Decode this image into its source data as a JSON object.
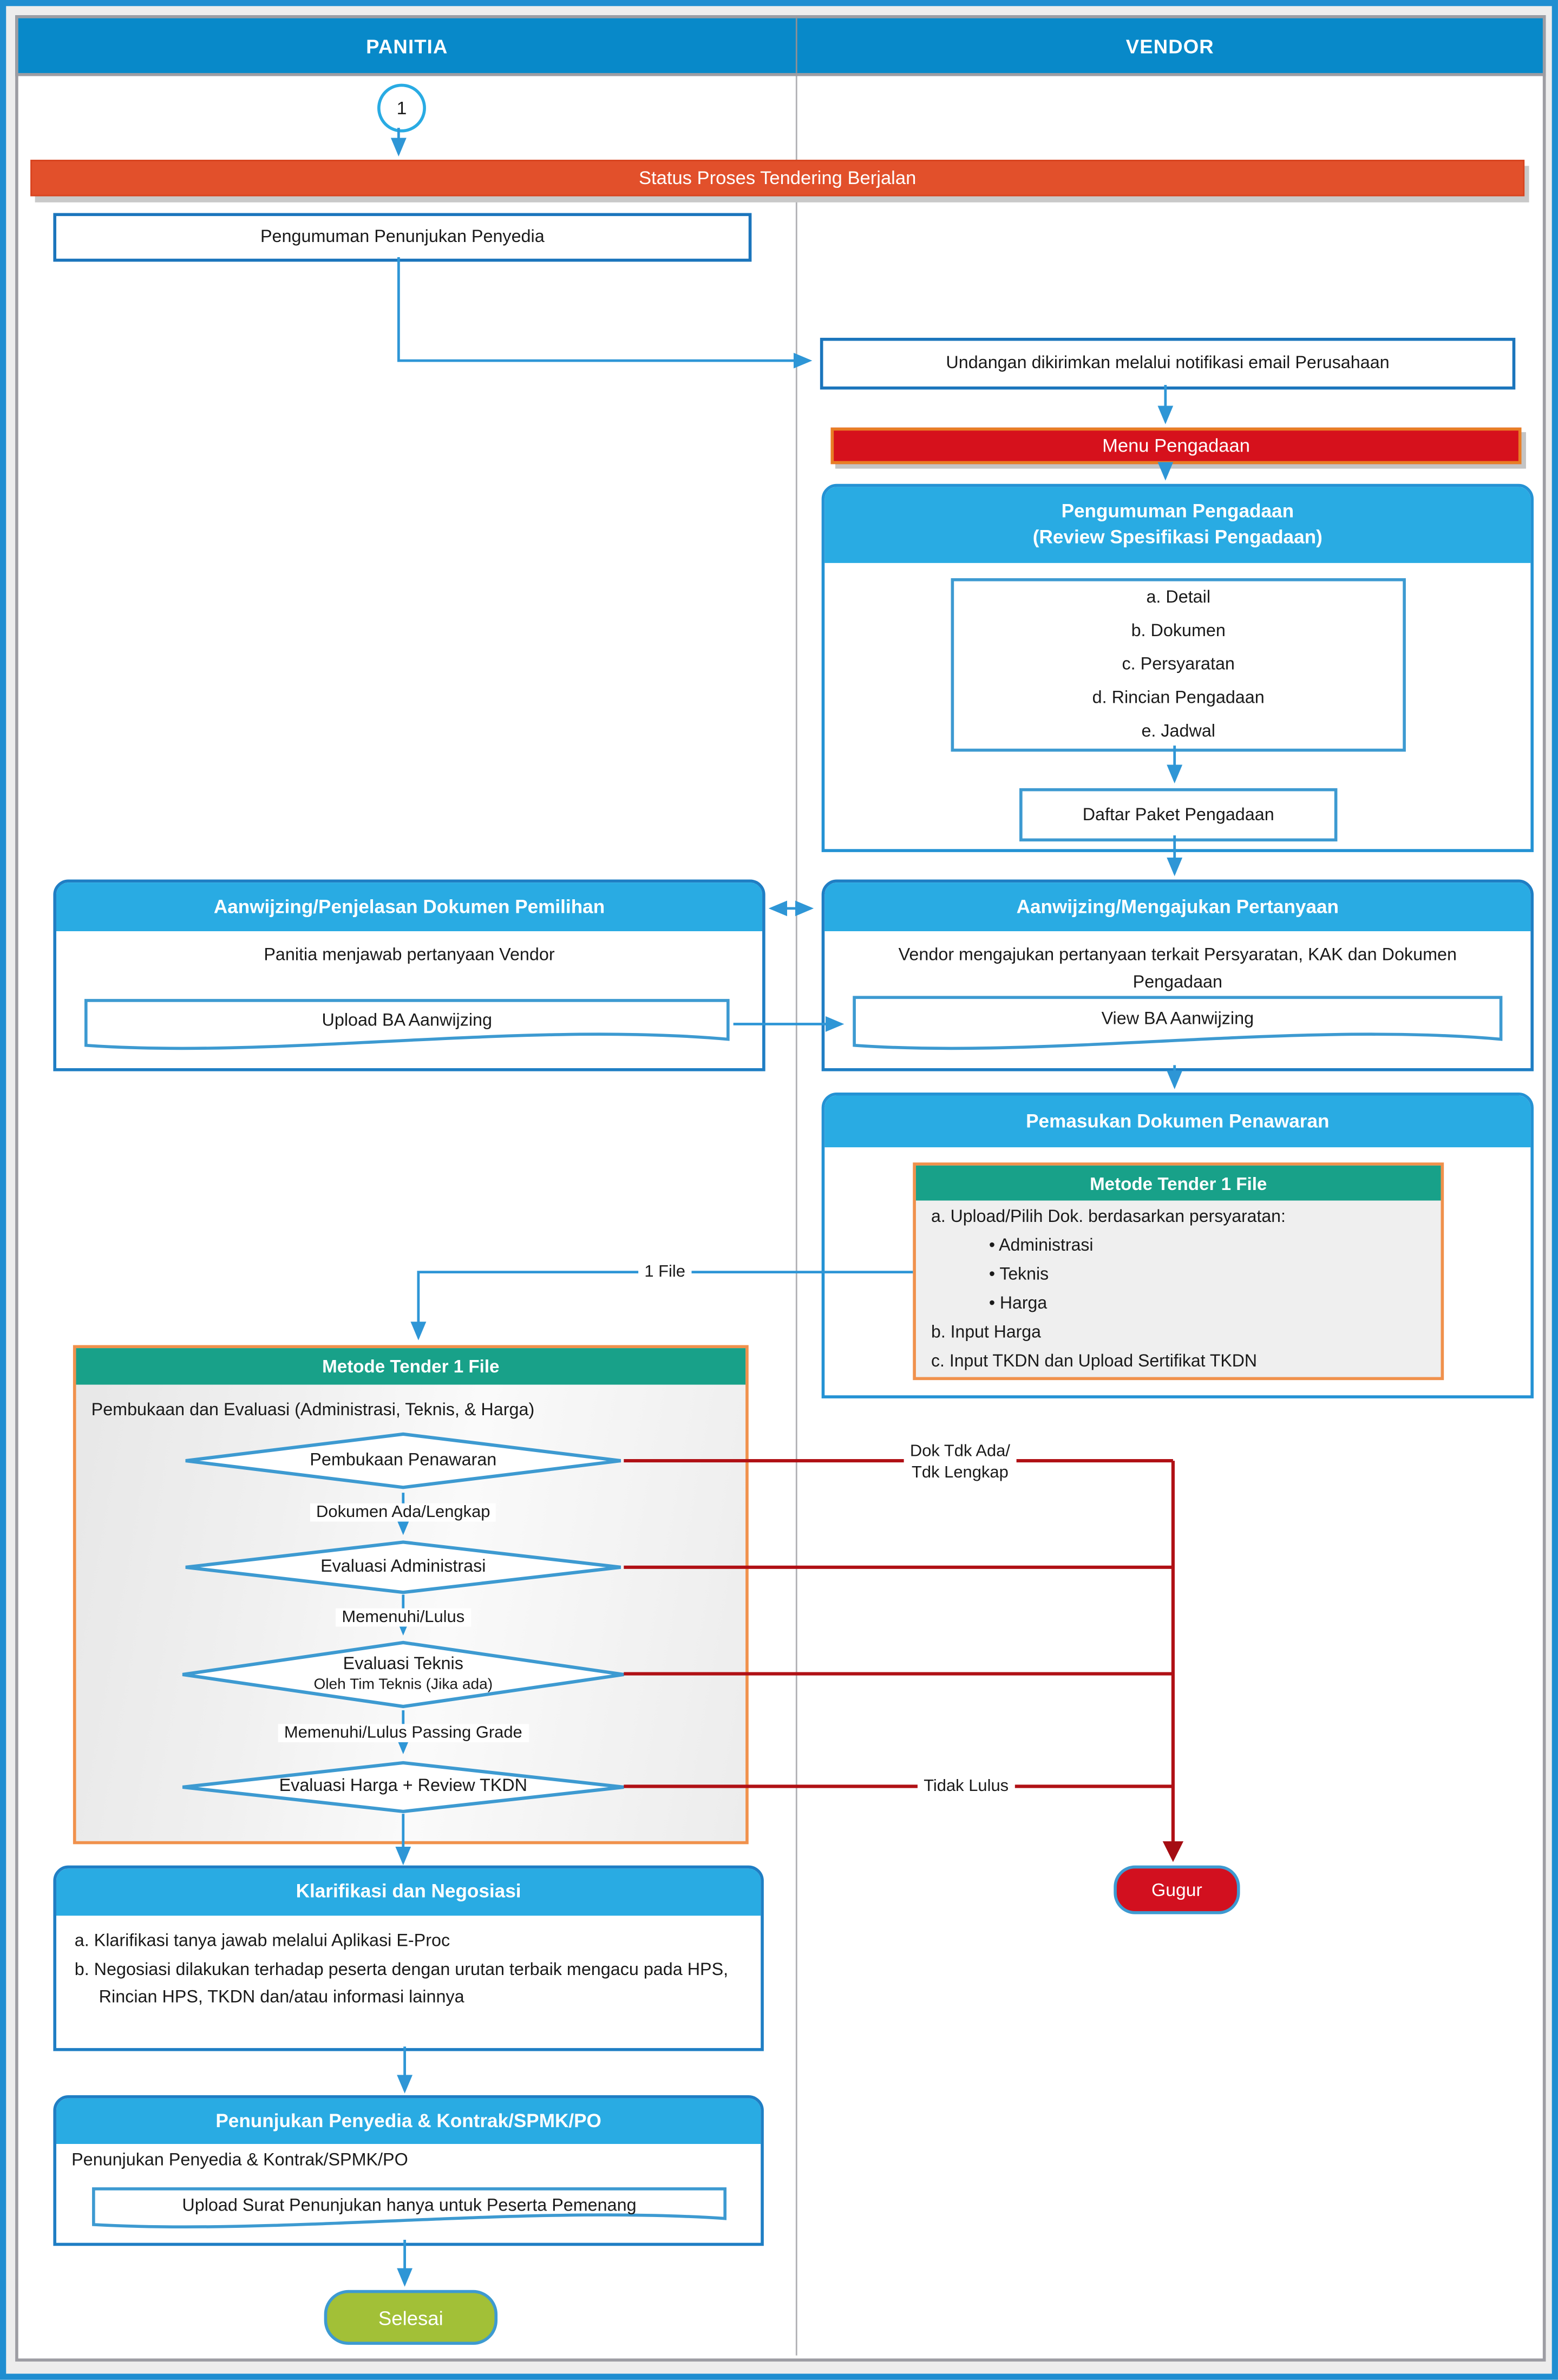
{
  "lane_header": {
    "left": "PANITIA",
    "right": "VENDOR"
  },
  "flow": {
    "start_connector": "1",
    "status_banner": "Status Proses Tendering Berjalan",
    "pengumuman_penunjukan": "Pengumuman Penunjukan Penyedia",
    "undangan": "Undangan dikirimkan melalui notifikasi email Perusahaan",
    "menu_pengadaan": "Menu Pengadaan",
    "pengumuman_pengadaan": {
      "title_line1": "Pengumuman Pengadaan",
      "title_line2": "(Review Spesifikasi Pengadaan)",
      "items": [
        "a. Detail",
        "b. Dokumen",
        "c. Persyaratan",
        "d. Rincian Pengadaan",
        "e. Jadwal"
      ],
      "daftar_paket": "Daftar Paket Pengadaan"
    },
    "aanwijzing_panitia": {
      "title": "Aanwijzing/Penjelasan Dokumen Pemilihan",
      "body": "Panitia menjawab pertanyaan Vendor",
      "doc": "Upload BA Aanwijzing"
    },
    "aanwijzing_vendor": {
      "title": "Aanwijzing/Mengajukan Pertanyaan",
      "body": "Vendor mengajukan pertanyaan terkait Persyaratan, KAK dan Dokumen Pengadaan",
      "doc": "View BA Aanwijzing"
    },
    "pemasukan": {
      "title": "Pemasukan Dokumen Penawaran",
      "metode_title": "Metode Tender 1 File",
      "lines": [
        "a. Upload/Pilih Dok. berdasarkan persyaratan:",
        "• Administrasi",
        "• Teknis",
        "• Harga",
        "b. Input Harga",
        "c. Input TKDN dan Upload Sertifikat TKDN"
      ]
    },
    "label_1file": "1 File",
    "evaluasi": {
      "title": "Metode Tender 1 File",
      "intro": "Pembukaan dan Evaluasi (Administrasi, Teknis, & Harga)",
      "d1": "Pembukaan Penawaran",
      "c1": "Dokumen Ada/Lengkap",
      "d2": "Evaluasi Administrasi",
      "c2": "Memenuhi/Lulus",
      "d3_line1": "Evaluasi Teknis",
      "d3_line2": "Oleh Tim Teknis (Jika ada)",
      "c3": "Memenuhi/Lulus Passing Grade",
      "d4": "Evaluasi Harga + Review TKDN"
    },
    "fail_label_line1": "Dok Tdk Ada/",
    "fail_label_line2": "Tdk Lengkap",
    "tidak_lulus": "Tidak Lulus",
    "gugur": "Gugur",
    "klarifikasi": {
      "title": "Klarifikasi dan Negosiasi",
      "item_a": "a. Klarifikasi tanya jawab melalui Aplikasi E-Proc",
      "item_b": "b. Negosiasi dilakukan terhadap peserta dengan urutan terbaik mengacu pada HPS, Rincian HPS, TKDN dan/atau informasi lainnya"
    },
    "penunjukan": {
      "title": "Penunjukan Penyedia & Kontrak/SPMK/PO",
      "body": "Penunjukan Penyedia & Kontrak/SPMK/PO",
      "doc": "Upload Surat Penunjukan hanya untuk Peserta Pemenang"
    },
    "selesai": "Selesai"
  },
  "colors": {
    "lane_header": "#0889c9",
    "section_header": "#29abe3",
    "banner_orange": "#e2502b",
    "banner_red": "#d6111c",
    "teal_header": "#18a189",
    "inner_border_orange": "#f0914c",
    "box_border_blue": "#1b75bc",
    "light_border_blue": "#3d9ad1",
    "connector_blue": "#2e96d6",
    "fail_red": "#b01015",
    "gugur_fill": "#d2101f",
    "selesai_fill": "#a2c037"
  }
}
